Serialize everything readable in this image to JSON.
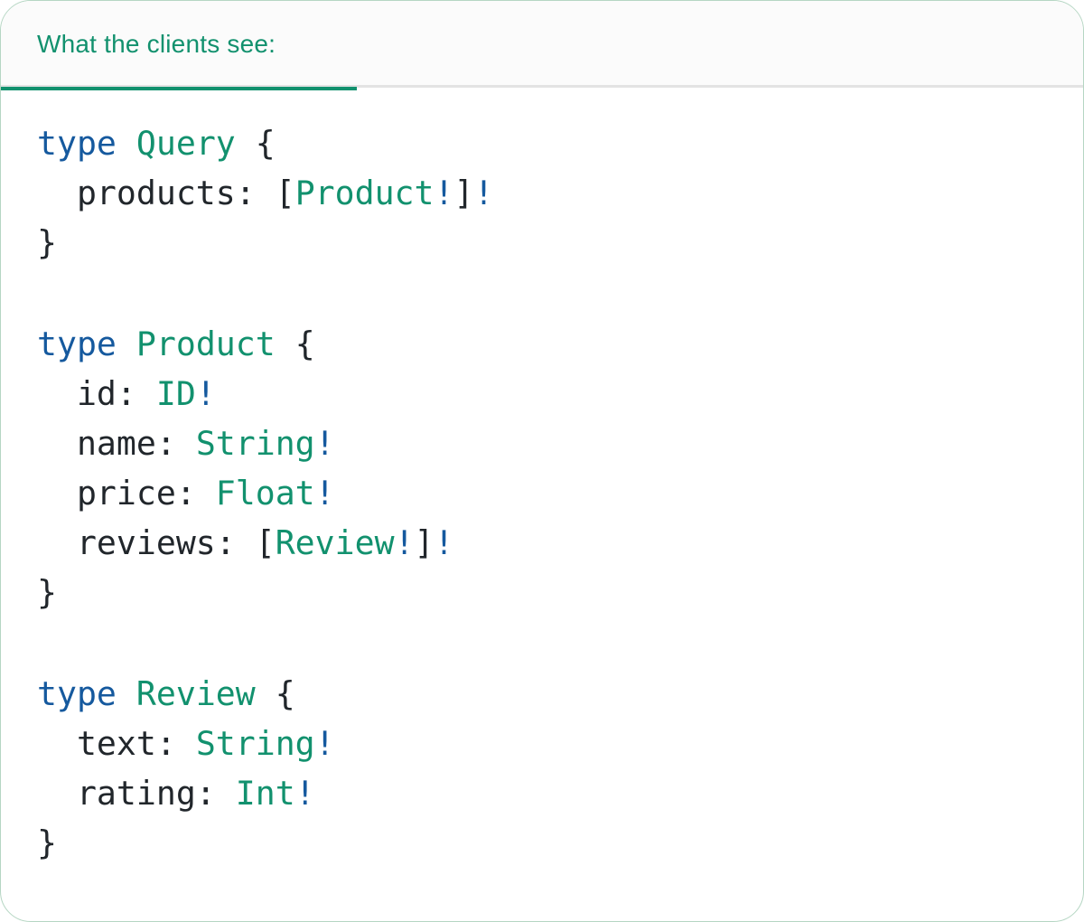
{
  "header": {
    "tab_label": "What the clients see:"
  },
  "colors": {
    "green": "#12916e",
    "blue": "#15599e",
    "ink": "#21262b",
    "card_border": "#b5d6c3",
    "header_bg": "#fbfbfb",
    "divider": "#e3e3e3"
  },
  "code": {
    "language": "graphql",
    "blocks": [
      {
        "name": "type-query",
        "lines": [
          [
            [
              "kw",
              "type"
            ],
            [
              "plain",
              " "
            ],
            [
              "type",
              "Query"
            ],
            [
              "plain",
              " {"
            ]
          ],
          [
            [
              "plain",
              "  products: ["
            ],
            [
              "type",
              "Product"
            ],
            [
              "kw",
              "!"
            ],
            [
              "plain",
              "]"
            ],
            [
              "kw",
              "!"
            ]
          ],
          [
            [
              "plain",
              "}"
            ]
          ]
        ]
      },
      {
        "name": "type-product",
        "lines": [
          [
            [
              "kw",
              "type"
            ],
            [
              "plain",
              " "
            ],
            [
              "type",
              "Product"
            ],
            [
              "plain",
              " {"
            ]
          ],
          [
            [
              "plain",
              "  id: "
            ],
            [
              "type",
              "ID"
            ],
            [
              "kw",
              "!"
            ]
          ],
          [
            [
              "plain",
              "  name: "
            ],
            [
              "type",
              "String"
            ],
            [
              "kw",
              "!"
            ]
          ],
          [
            [
              "plain",
              "  price: "
            ],
            [
              "type",
              "Float"
            ],
            [
              "kw",
              "!"
            ]
          ],
          [
            [
              "plain",
              "  reviews: ["
            ],
            [
              "type",
              "Review"
            ],
            [
              "kw",
              "!"
            ],
            [
              "plain",
              "]"
            ],
            [
              "kw",
              "!"
            ]
          ],
          [
            [
              "plain",
              "}"
            ]
          ]
        ]
      },
      {
        "name": "type-review",
        "lines": [
          [
            [
              "kw",
              "type"
            ],
            [
              "plain",
              " "
            ],
            [
              "type",
              "Review"
            ],
            [
              "plain",
              " {"
            ]
          ],
          [
            [
              "plain",
              "  text: "
            ],
            [
              "type",
              "String"
            ],
            [
              "kw",
              "!"
            ]
          ],
          [
            [
              "plain",
              "  rating: "
            ],
            [
              "type",
              "Int"
            ],
            [
              "kw",
              "!"
            ]
          ],
          [
            [
              "plain",
              "}"
            ]
          ]
        ]
      }
    ]
  }
}
